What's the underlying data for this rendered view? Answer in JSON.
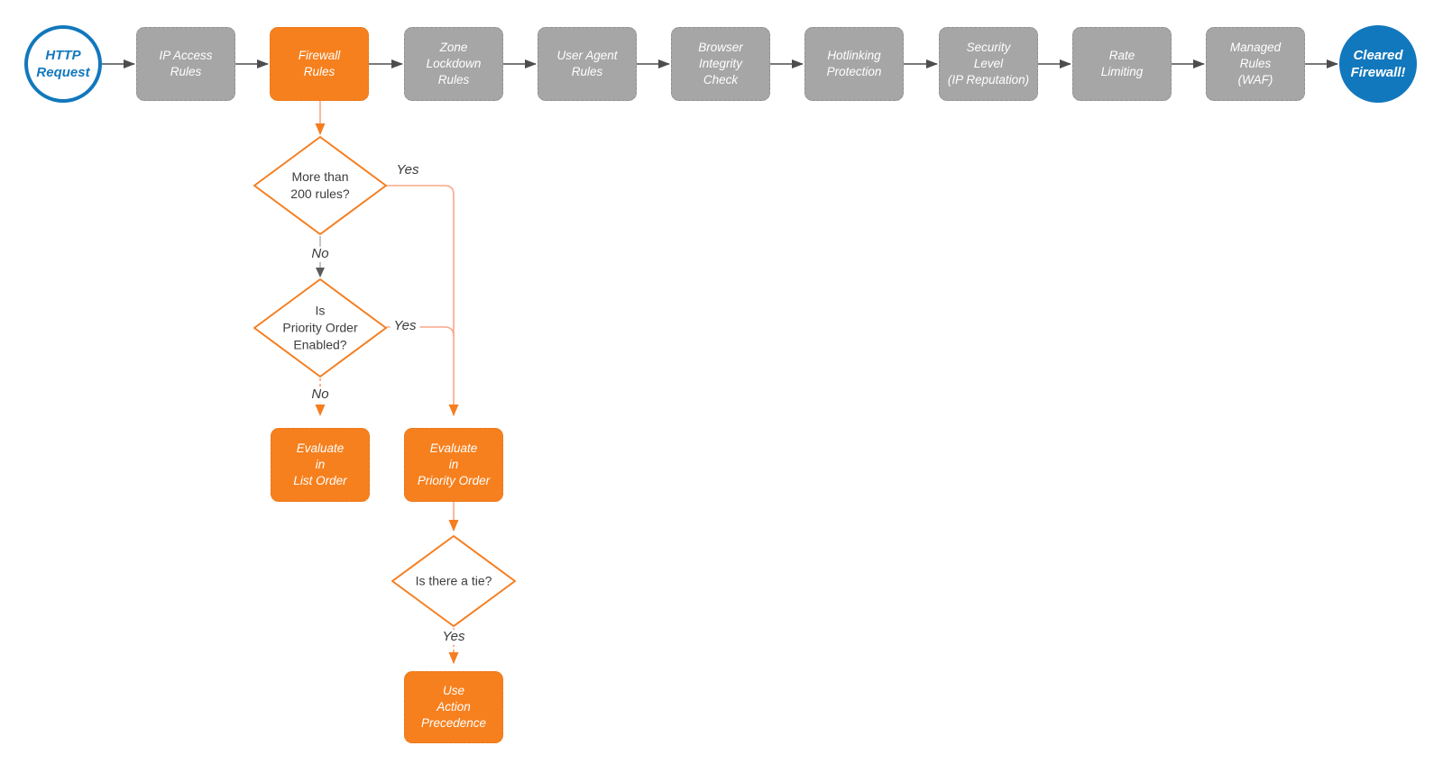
{
  "diagram": {
    "start": {
      "label": "HTTP\nRequest"
    },
    "end": {
      "label": "Cleared\nFirewall!"
    },
    "steps": [
      {
        "id": "ip-access-rules",
        "label": "IP Access\nRules"
      },
      {
        "id": "firewall-rules",
        "label": "Firewall\nRules",
        "highlighted": true
      },
      {
        "id": "zone-lockdown-rules",
        "label": "Zone\nLockdown\nRules"
      },
      {
        "id": "user-agent-rules",
        "label": "User Agent\nRules"
      },
      {
        "id": "browser-integrity-check",
        "label": "Browser\nIntegrity\nCheck"
      },
      {
        "id": "hotlinking-protection",
        "label": "Hotlinking\nProtection"
      },
      {
        "id": "security-level",
        "label": "Security\nLevel\n(IP Reputation)"
      },
      {
        "id": "rate-limiting",
        "label": "Rate\nLimiting"
      },
      {
        "id": "managed-rules-waf",
        "label": "Managed\nRules\n(WAF)"
      }
    ],
    "decisions": {
      "more_rules": {
        "question": "More than\n200 rules?",
        "yes_label": "Yes",
        "no_label": "No"
      },
      "priority_enabled": {
        "question": "Is\nPriority Order\nEnabled?",
        "yes_label": "Yes",
        "no_label": "No"
      },
      "tie": {
        "question": "Is there a tie?",
        "yes_label": "Yes"
      }
    },
    "actions": {
      "evaluate_list": {
        "label": "Evaluate\nin\nList Order"
      },
      "evaluate_priority": {
        "label": "Evaluate\nin\nPriority Order"
      },
      "use_action_precedence": {
        "label": "Use\nAction\nPrecedence"
      }
    },
    "colors": {
      "orange": "#F6801E",
      "orange_stroke": "#F57E20",
      "salmon_connector": "#F9A789",
      "gray_node": "#A6A6A6",
      "blue": "#1278BD",
      "dark_connector": "#4D4D4D"
    }
  }
}
